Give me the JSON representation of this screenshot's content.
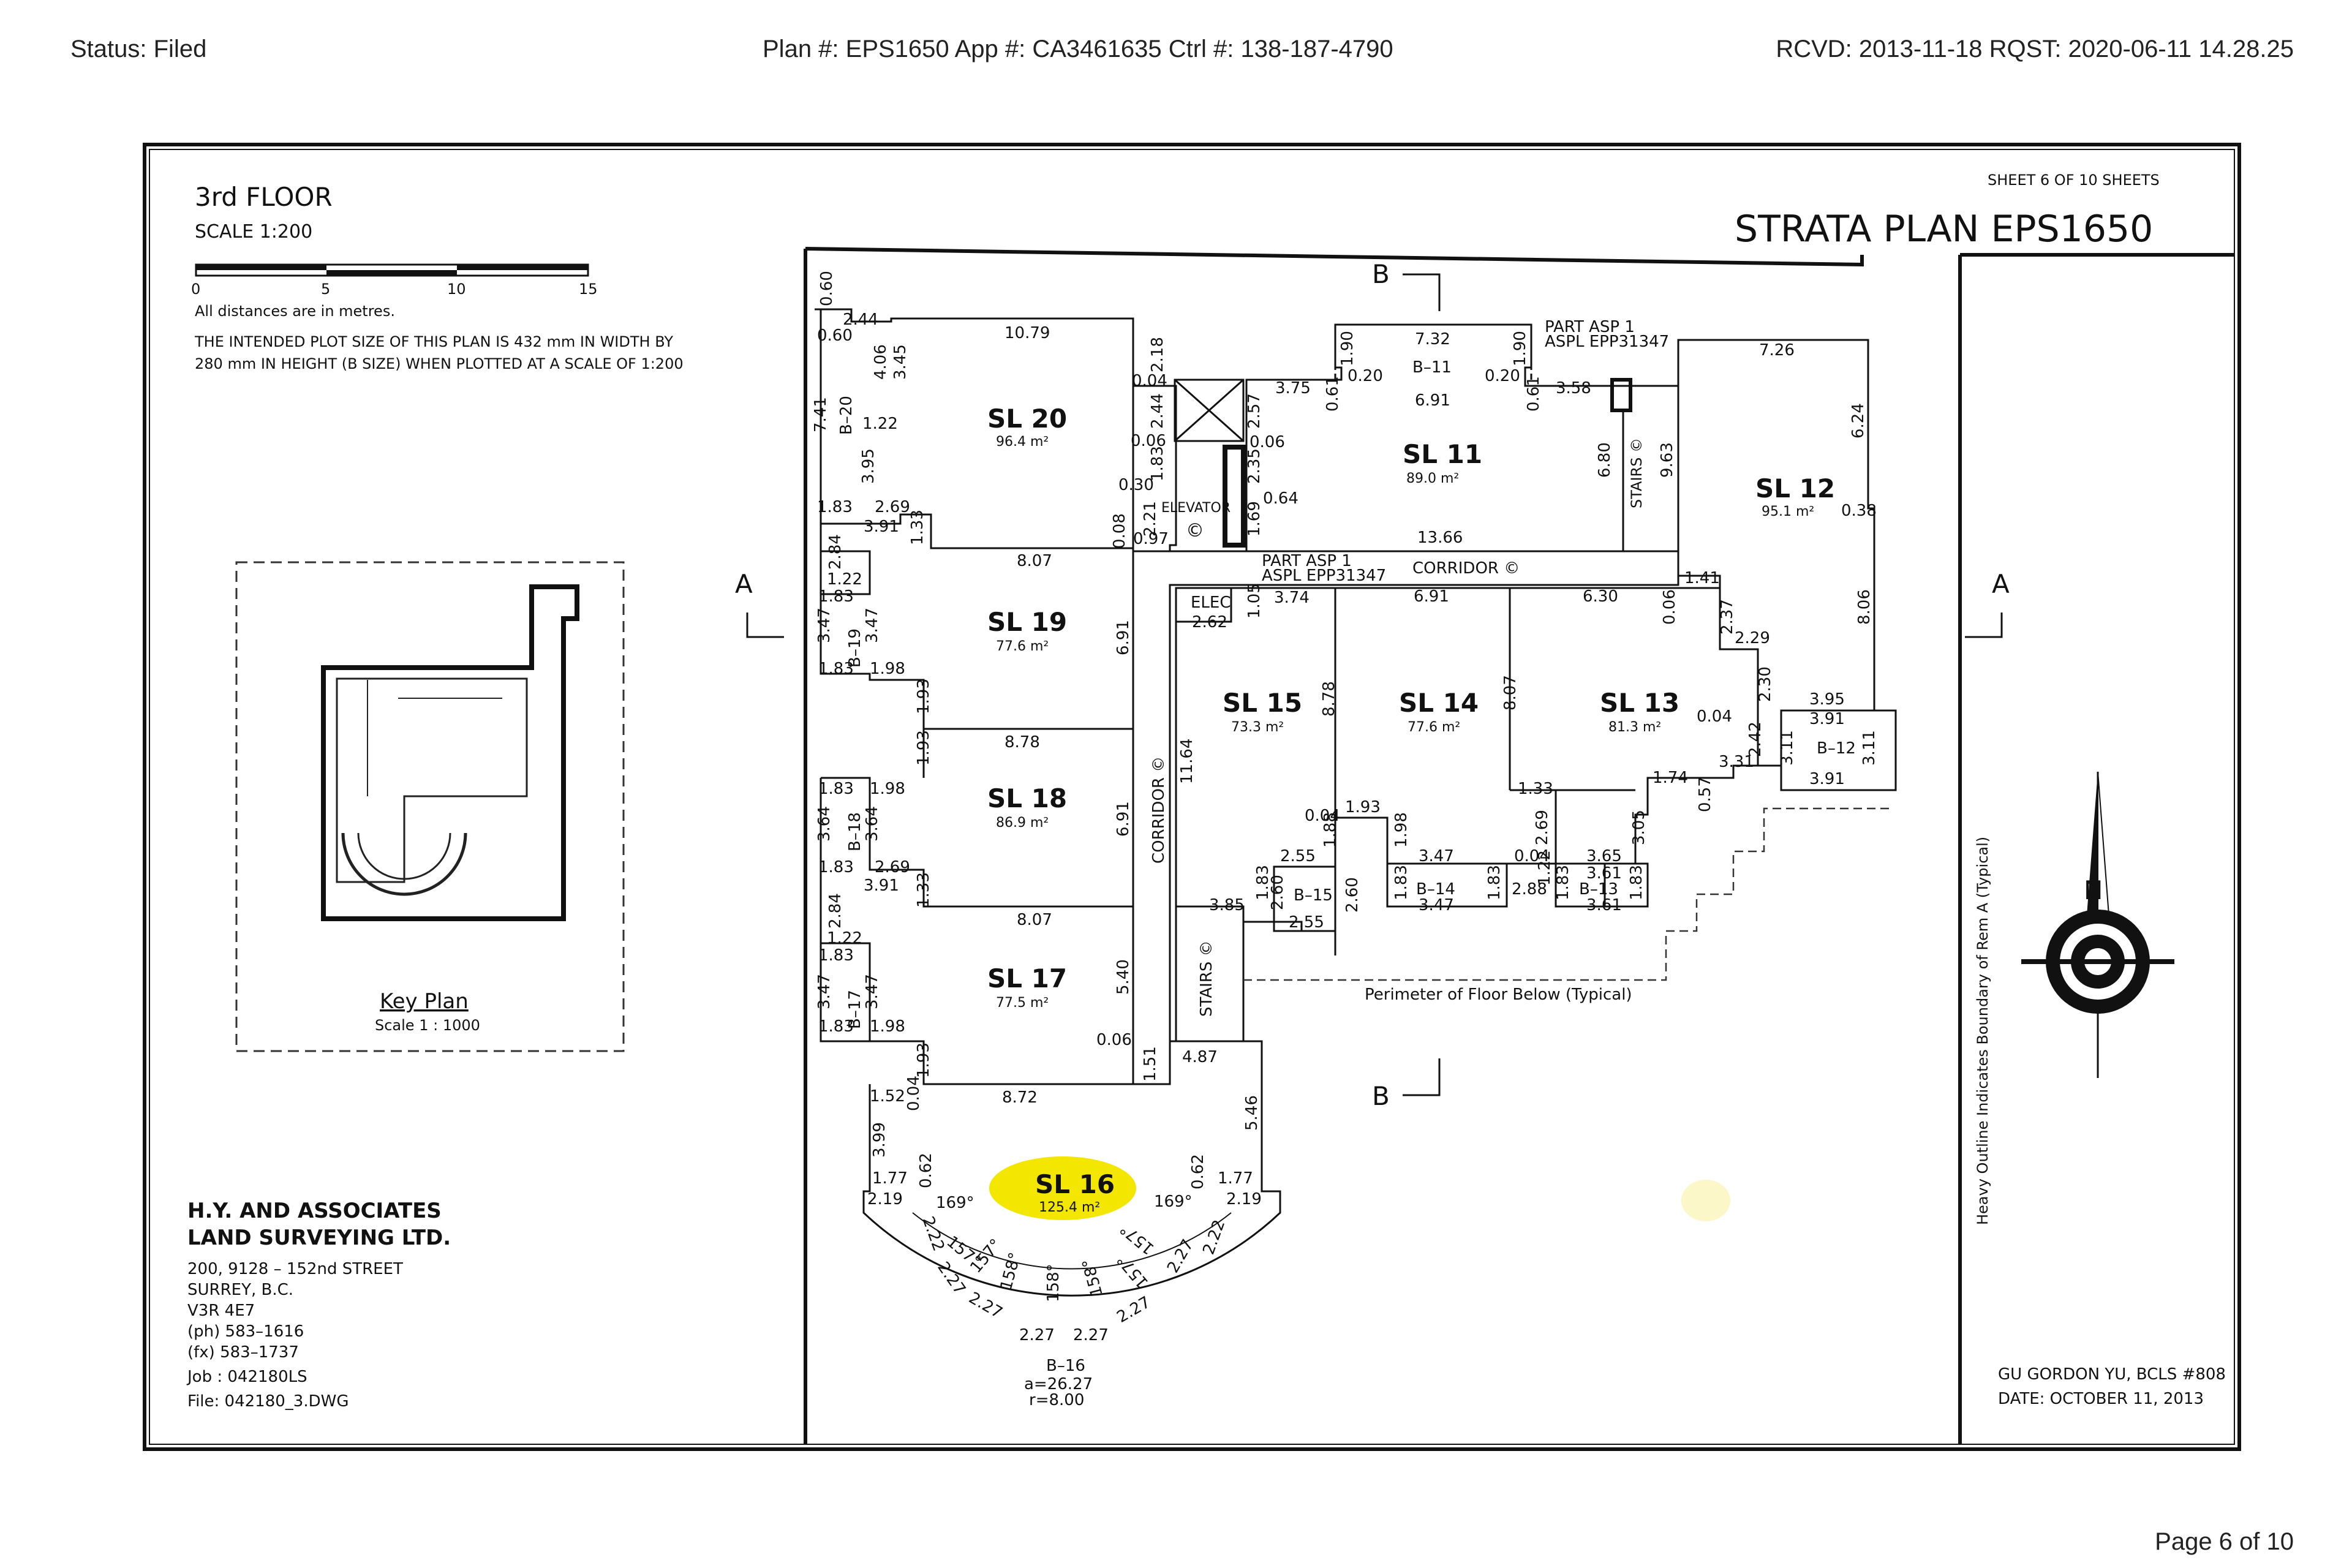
{
  "header": {
    "status": "Status: Filed",
    "plan_info": "Plan #: EPS1650 App #: CA3461635   Ctrl #: 138-187-4790",
    "received": "RCVD: 2013-11-18 RQST: 2020-06-11 14.28.25"
  },
  "footer": {
    "page": "Page 6 of 10"
  },
  "sheet": {
    "floor_title": "3rd FLOOR",
    "scale_label": "SCALE   1:200",
    "scale_ticks": [
      "0",
      "5",
      "10",
      "15"
    ],
    "notes": [
      "All distances are in metres.",
      "THE INTENDED PLOT SIZE OF THIS PLAN IS 432 mm IN WIDTH BY",
      "280 mm IN HEIGHT (B SIZE) WHEN PLOTTED AT A SCALE OF 1:200"
    ],
    "sheet_number": "SHEET 6 OF 10 SHEETS",
    "plan_title": "STRATA PLAN EPS1650",
    "key_plan_title": "Key Plan",
    "key_plan_scale": "Scale 1 : 1000",
    "surveyor": {
      "name_line1": "H.Y. AND ASSOCIATES",
      "name_line2": "LAND SURVEYING LTD.",
      "address1": "200, 9128 – 152nd STREET",
      "address2": "SURREY, B.C.",
      "postal": "V3R 4E7",
      "phone": "(ph) 583–1616",
      "fax": "(fx) 583–1737",
      "job": "Job : 042180LS",
      "file": "File: 042180_3.DWG"
    },
    "signature": {
      "name": "GU GORDON YU, BCLS #808",
      "date": "DATE: OCTOBER 11, 2013"
    },
    "boundary_note": "Heavy Outline Indicates Boundary of Rem A (Typical)",
    "north_label": "N",
    "section_markers": {
      "a_left": "A",
      "a_right": "A",
      "b_top": "B",
      "b_bottom": "B"
    }
  },
  "units": [
    {
      "id": "SL 20",
      "area": "96.4 m²"
    },
    {
      "id": "SL 19",
      "area": "77.6 m²"
    },
    {
      "id": "SL 18",
      "area": "86.9 m²"
    },
    {
      "id": "SL 17",
      "area": "77.5 m²"
    },
    {
      "id": "SL 16",
      "area": "125.4 m²"
    },
    {
      "id": "SL 15",
      "area": "73.3 m²"
    },
    {
      "id": "SL 14",
      "area": "77.6 m²"
    },
    {
      "id": "SL 13",
      "area": "81.3 m²"
    },
    {
      "id": "SL 12",
      "area": "95.1 m²"
    },
    {
      "id": "SL 11",
      "area": "89.0 m²"
    }
  ],
  "labels": {
    "corridor_top": "CORRIDOR ©",
    "corridor_vertical": "CORRIDOR ©",
    "stairs_top": "STAIRS ©",
    "stairs_bottom": "STAIRS ©",
    "elevator": "ELEVATOR",
    "elevator_symbol": "©",
    "elec": "ELEC",
    "part_asp_top_1": "PART ASP 1",
    "part_asp_top_2": "ASPL EPP31347",
    "part_asp_mid_1": "PART ASP 1",
    "part_asp_mid_2": "ASPL EPP31347",
    "perimeter_note": "Perimeter of Floor Below (Typical)",
    "b11": "B–11",
    "b12": "B–12",
    "b13": "B–13",
    "b14": "B–14",
    "b15": "B–15",
    "b16": "B–16",
    "b17": "B–17",
    "b18": "B–18",
    "b19": "B–19",
    "b20": "B–20",
    "arc_a": "a=26.27",
    "arc_r": "r=8.00"
  },
  "dims": {
    "d1079": "10.79",
    "d244": "2.44",
    "d060a": "0.60",
    "d060b": "0.60",
    "d406": "4.06",
    "d345": "3.45",
    "d741": "7.41",
    "d122a": "1.22",
    "d395": "3.95",
    "d183a": "1.83",
    "d269a": "2.69",
    "d391a": "3.91",
    "d133a": "1.33",
    "d218": "2.18",
    "d004a": "0.04",
    "d244b": "2.44",
    "d006a": "0.06",
    "d183b": "1.83",
    "d030": "0.30",
    "d221": "2.21",
    "d008": "0.08",
    "d097": "0.97",
    "d807a": "8.07",
    "d284a": "2.84",
    "d122b": "1.22",
    "d183c": "1.83",
    "d347a": "3.47",
    "d347b": "3.47",
    "d183d": "1.83",
    "d198a": "1.98",
    "d691a": "6.91",
    "d193a": "1.93",
    "d193b": "1.93",
    "d878a": "8.78",
    "d183e": "1.83",
    "d198b": "1.98",
    "d364a": "3.64",
    "d364b": "3.64",
    "d183f": "1.83",
    "d269b": "2.69",
    "d391b": "3.91",
    "d133b": "1.33",
    "d691b": "6.91",
    "d807b": "8.07",
    "d284b": "2.84",
    "d122c": "1.22",
    "d183g": "1.83",
    "d347c": "3.47",
    "d347d": "3.47",
    "d183h": "1.83",
    "d198c": "1.98",
    "d540": "5.40",
    "d006b": "0.06",
    "d193c": "1.93",
    "d151": "1.51",
    "d487": "4.87",
    "d152": "1.52",
    "d004b": "0.04",
    "d872": "8.72",
    "d399": "3.99",
    "d546": "5.46",
    "d177a": "1.77",
    "d062a": "0.62",
    "d219a": "2.19",
    "d169a": "169°",
    "d222a": "2.22",
    "d157a": "157°",
    "d227a": "2.27",
    "d157b": "157°",
    "d227b": "2.27",
    "d158a": "158°",
    "d158b": "158°",
    "d158c": "158°",
    "d227c": "2.27",
    "d227d": "2.27",
    "d157c": "157°",
    "d227e": "2.27",
    "d157d": "157°",
    "d222b": "2.22",
    "d169b": "169°",
    "d062b": "0.62",
    "d177b": "1.77",
    "d219b": "2.19",
    "d227f": "2.27",
    "d375": "3.75",
    "d061a": "0.61",
    "d190a": "1.90",
    "d020a": "0.20",
    "d732": "7.32",
    "d190b": "1.90",
    "d020b": "0.20",
    "d061b": "0.61",
    "d358": "3.58",
    "d691c": "6.91",
    "d257": "2.57",
    "d006c": "0.06",
    "d235": "2.35",
    "d064": "0.64",
    "d169c": "1.69",
    "d680": "6.80",
    "d963": "9.63",
    "d1366": "13.66",
    "d726": "7.26",
    "d624": "6.24",
    "d038": "0.38",
    "d141": "1.41",
    "d237": "2.37",
    "d229": "2.29",
    "d806": "8.06",
    "d230": "2.30",
    "d395b": "3.95",
    "d004c": "0.04",
    "d391c": "3.91",
    "d242": "2.42",
    "d311a": "3.11",
    "d311b": "3.11",
    "d331": "3.31",
    "d391d": "3.91",
    "d174": "1.74",
    "d057": "0.57",
    "d630": "6.30",
    "d006d": "0.06",
    "d691d": "6.91",
    "d807c": "8.07",
    "d133c": "1.33",
    "d305": "3.05",
    "d269c": "2.69",
    "d004d": "0.04",
    "d365": "3.65",
    "d361a": "3.61",
    "d183i": "1.83",
    "d361b": "3.61",
    "d183j": "1.83",
    "d122d": "1.22",
    "d288": "2.88",
    "d183k": "1.83",
    "d347e": "3.47",
    "d347f": "3.47",
    "d183l": "1.83",
    "d198d": "1.98",
    "d193d": "1.93",
    "d004e": "0.04",
    "d188": "1.88",
    "d255a": "2.55",
    "d260a": "2.60",
    "d260b": "2.60",
    "d255b": "2.55",
    "d183m": "1.83",
    "d385": "3.85",
    "d878b": "8.78",
    "d1164": "11.64",
    "d262": "2.62",
    "d105": "1.05",
    "d374": "3.74"
  }
}
